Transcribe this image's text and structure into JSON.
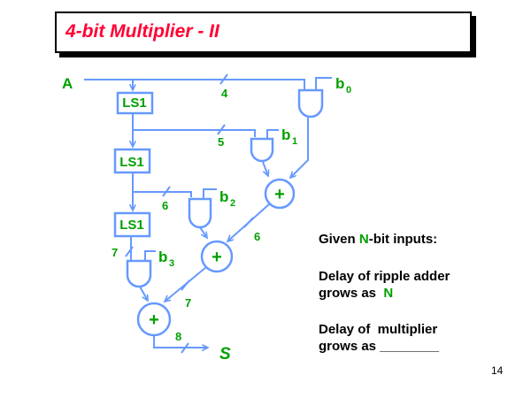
{
  "title": "4-bit Multiplier - II",
  "page_number": "14",
  "colors": {
    "wire": "#6699ff",
    "label_green": "#00a000",
    "title_red": "#ff0033",
    "text_black": "#000000"
  },
  "diagram": {
    "input_label": "A",
    "output_label": "S",
    "ls1_label": "LS1",
    "adder_symbol": "+",
    "b_labels": [
      {
        "base": "b",
        "sub": "0"
      },
      {
        "base": "b",
        "sub": "1"
      },
      {
        "base": "b",
        "sub": "2"
      },
      {
        "base": "b",
        "sub": "3"
      }
    ],
    "bus_widths": {
      "a": "4",
      "shift1": "5",
      "shift2": "6",
      "sum1": "6",
      "shift3": "7",
      "sum2": "7",
      "out": "8"
    }
  },
  "notes": {
    "given_prefix": "Given ",
    "given_n": "N",
    "given_suffix": "-bit inputs:",
    "ripple_line1": "Delay of ripple adder",
    "ripple_prefix": "grows as  ",
    "ripple_n": "N",
    "mult_line1": "Delay of  multiplier",
    "mult_prefix": "grows as ",
    "mult_blank": "________"
  }
}
